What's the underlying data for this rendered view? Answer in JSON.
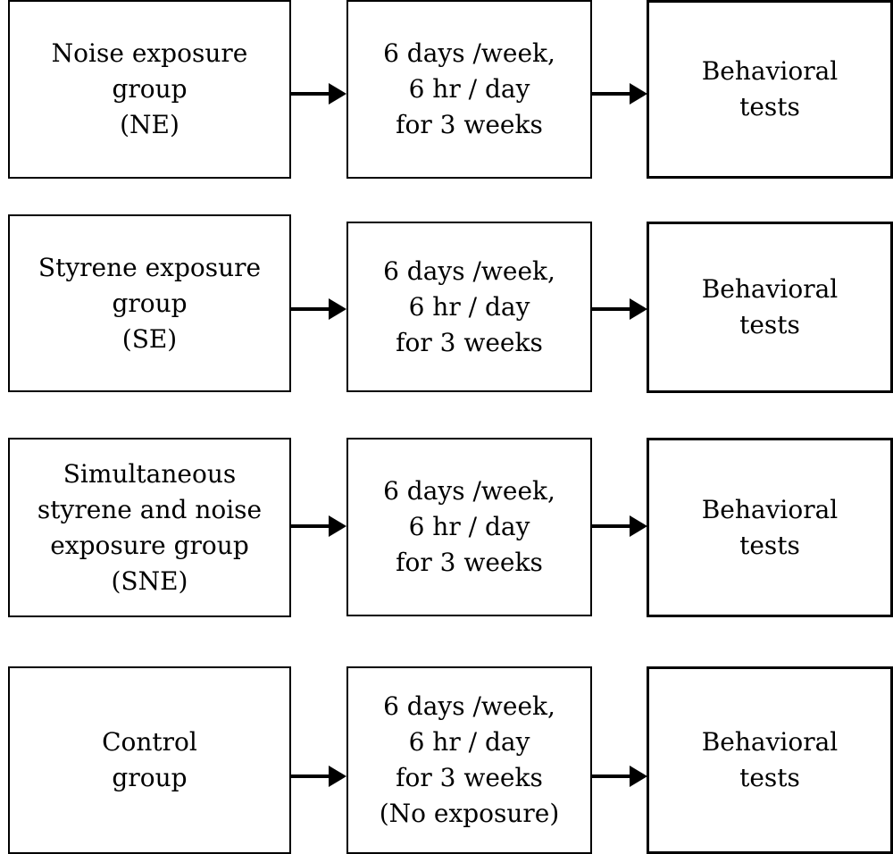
{
  "rows": [
    {
      "group": "Noise exposure\ngroup\n(NE)",
      "schedule": "6 days /week,\n6 hr / day\nfor 3 weeks",
      "outcome": "Behavioral\ntests"
    },
    {
      "group": "Styrene exposure\ngroup\n(SE)",
      "schedule": "6 days /week,\n6 hr / day\nfor 3 weeks",
      "outcome": "Behavioral\ntests"
    },
    {
      "group": "Simultaneous\nstyrene and noise\nexposure group\n(SNE)",
      "schedule": "6 days /week,\n6 hr / day\nfor 3 weeks",
      "outcome": "Behavioral\ntests"
    },
    {
      "group": "Control\ngroup",
      "schedule": "6 days /week,\n6 hr / day\nfor 3 weeks\n(No exposure)",
      "outcome": "Behavioral\ntests"
    }
  ]
}
